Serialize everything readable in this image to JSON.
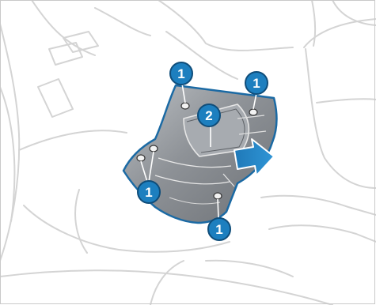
{
  "figure": {
    "accent_color": "#1b6aa4",
    "callout_color": "#1d7fbf",
    "callout_ring_color": "#0f4d7a",
    "panel_color": "#8b8f94",
    "line_color": "#d2d2d2"
  },
  "callouts": [
    {
      "id": "screw-top-left",
      "label": "1"
    },
    {
      "id": "screw-top-right",
      "label": "1"
    },
    {
      "id": "screw-bottom-left",
      "label": "1"
    },
    {
      "id": "screw-bottom-right",
      "label": "1"
    },
    {
      "id": "cover-panel",
      "label": "2"
    }
  ]
}
